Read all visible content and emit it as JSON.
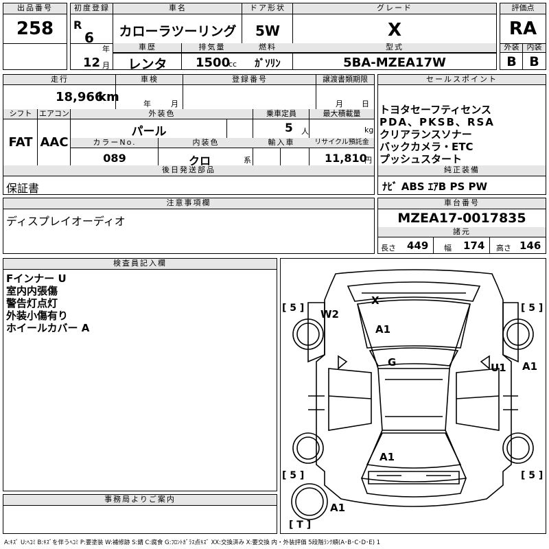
{
  "lot": {
    "label": "出品番号",
    "value": "258"
  },
  "first_reg": {
    "label": "初度登録",
    "era": "R",
    "year": "6",
    "year_unit": "年",
    "month": "12",
    "month_unit": "月"
  },
  "model_name": {
    "label": "車名",
    "value": "カローラツーリング"
  },
  "doors": {
    "label": "ドア形状",
    "value": "5W"
  },
  "grade": {
    "label": "グレード",
    "value": "X"
  },
  "score": {
    "label": "評価点",
    "value": "RA",
    "exterior_label": "外装",
    "exterior": "B",
    "interior_label": "内装",
    "interior": "B"
  },
  "history": {
    "label": "車歴",
    "value": "レンタ"
  },
  "displacement": {
    "label": "排気量",
    "value": "1500",
    "unit": "cc"
  },
  "fuel": {
    "label": "燃料",
    "value": "ｶﾞｿﾘﾝ"
  },
  "model_code": {
    "label": "型式",
    "value": "5BA-MZEA17W"
  },
  "mileage": {
    "label": "走行",
    "value": "18,966",
    "unit": "km"
  },
  "inspection": {
    "label": "車検",
    "year_unit": "年",
    "month_unit": "月"
  },
  "registration": {
    "label": "登録番号"
  },
  "transfer_docs": {
    "label": "譲渡書類期限",
    "month_unit": "月",
    "day_unit": "日"
  },
  "shift": {
    "label": "シフト",
    "value": "FAT"
  },
  "aircon": {
    "label": "エアコン",
    "value": "AAC"
  },
  "ext_color": {
    "label": "外装色",
    "value": "パール"
  },
  "capacity": {
    "label": "乗車定員",
    "value": "5",
    "unit": "人"
  },
  "max_load": {
    "label": "最大積載量",
    "unit": "kg"
  },
  "color_no": {
    "label": "カラーNo.",
    "value": "089"
  },
  "int_color": {
    "label": "内装色",
    "value": "クロ",
    "unit": "系"
  },
  "import_car": {
    "label": "輸入車"
  },
  "recycle": {
    "label": "リサイクル預託金",
    "value": "11,810",
    "unit": "円"
  },
  "later_parts": {
    "label": "後日発送部品",
    "value": "保証書"
  },
  "sales_points": {
    "label": "セールスポイント",
    "lines": [
      "トヨタセーフティセンス",
      "PDA、PKSB、RSA",
      "クリアランスソナー",
      "バックカメラ・ETC",
      "プッシュスタート"
    ]
  },
  "equipment": {
    "label": "純正装備",
    "value": "ﾅﾋﾞ  ABS  ｴｱB  PS  PW"
  },
  "notes": {
    "label": "注意事項欄",
    "value": "ディスプレイオーディオ"
  },
  "chassis": {
    "label": "車台番号",
    "value": "MZEA17-0017835"
  },
  "specs": {
    "label": "諸元",
    "length_label": "長さ",
    "length": "449",
    "width_label": "幅",
    "width": "174",
    "height_label": "高さ",
    "height": "146"
  },
  "inspector": {
    "label": "検査員記入欄",
    "lines": [
      "Fインナー U",
      "室内内張傷",
      "警告灯点灯",
      "外装小傷有り",
      "ホイールカバー A"
    ]
  },
  "office": {
    "label": "事務局よりご案内"
  },
  "diagram": {
    "marks": {
      "windshield": "X",
      "front_left_fender": "W2",
      "hood": "A1",
      "roof": "G",
      "right_door": "U1",
      "right_edge": "A1",
      "trunk": "A1",
      "rear_left": "A1"
    },
    "tires": {
      "front_left": "[ 5 ]",
      "front_right": "[ 5 ]",
      "rear_left": "[ 5 ]",
      "rear_right": "[ 5 ]",
      "spare": "[ T ]"
    }
  },
  "legend": "A:ｷｽﾞ U:ﾍｺﾐ B:ｷｽﾞを伴うﾍｺﾐ P:要塗装 W:補修跡 S:錆 C:腐食 G:ﾌﾛﾝﾄｶﾞﾗｽ点ｷｽﾞ XX:交換済み X:要交換  内・外装評価 5段階ﾗﾝｸ順(A･B･C･D･E) 1"
}
